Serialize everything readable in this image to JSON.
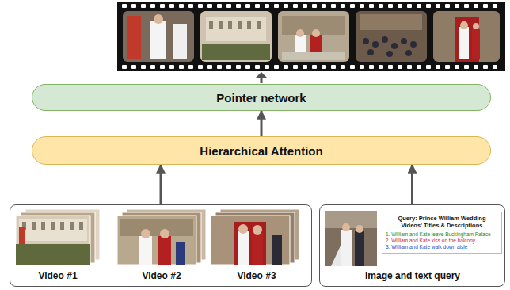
{
  "diagram": {
    "nodes": [
      {
        "text": [
          "Pointer network"
        ]
      },
      {
        "text": [
          "Hierarchical Attention"
        ]
      },
      {
        "text": [
          "Video #1",
          "Video #2",
          "Video #3"
        ]
      },
      {
        "text": [
          "Image and text query"
        ]
      },
      {
        "text": [
          "Query: Prince William Wedding",
          "Videos' Titles & Descriptions",
          "1. William and Kate leave Buckingham Palace",
          "2. William and Kate kiss on the balcony",
          "3. William and Kate walk down aisle"
        ],
        "in": 3
      }
    ],
    "edges": [
      {
        "from": 1,
        "to": 0,
        "arrow": "to"
      },
      {
        "from": 2,
        "to": 1,
        "arrow": "to"
      },
      {
        "from": 3,
        "to": 1,
        "arrow": "to"
      }
    ]
  }
}
